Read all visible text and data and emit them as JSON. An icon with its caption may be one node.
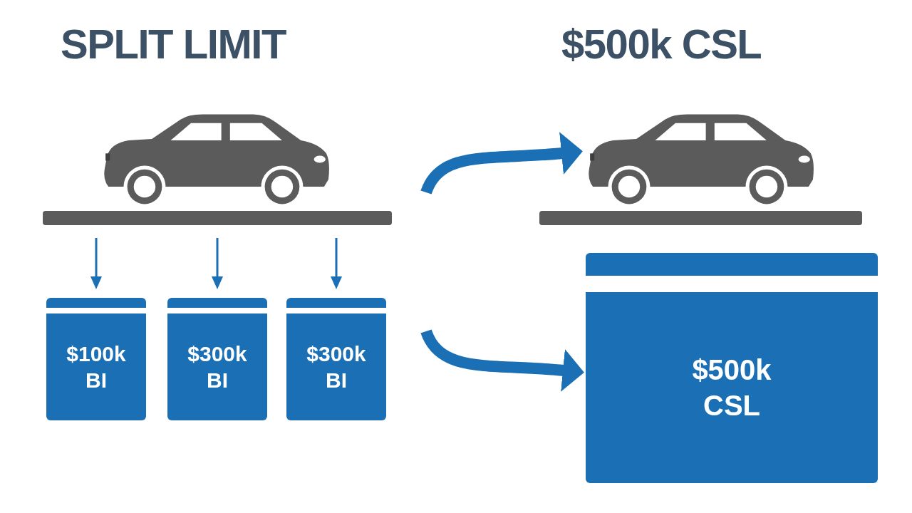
{
  "diagram": {
    "nodes": [
      {
        "text": [],
        "shape": "picture"
      },
      {
        "text": [],
        "shape": "bar"
      },
      {
        "text": [
          "$100k BI"
        ]
      },
      {
        "text": [
          "$300k BI"
        ]
      },
      {
        "text": [
          "$300k BI"
        ]
      },
      {
        "text": [],
        "shape": "picture"
      },
      {
        "text": [],
        "shape": "bar"
      },
      {
        "text": [
          "$500k CSL"
        ]
      }
    ],
    "edges": [
      {
        "from": 1,
        "to": 2,
        "arrow": "to"
      },
      {
        "from": 1,
        "to": 3,
        "arrow": "to"
      },
      {
        "from": 1,
        "to": 4,
        "arrow": "to"
      },
      {
        "from": null,
        "to": 5,
        "arrow": "to",
        "style": "thick"
      },
      {
        "from": null,
        "to": 7,
        "arrow": "to",
        "style": "thick"
      }
    ],
    "labels": [
      "SPLIT LIMIT",
      "$500k CSL"
    ]
  }
}
